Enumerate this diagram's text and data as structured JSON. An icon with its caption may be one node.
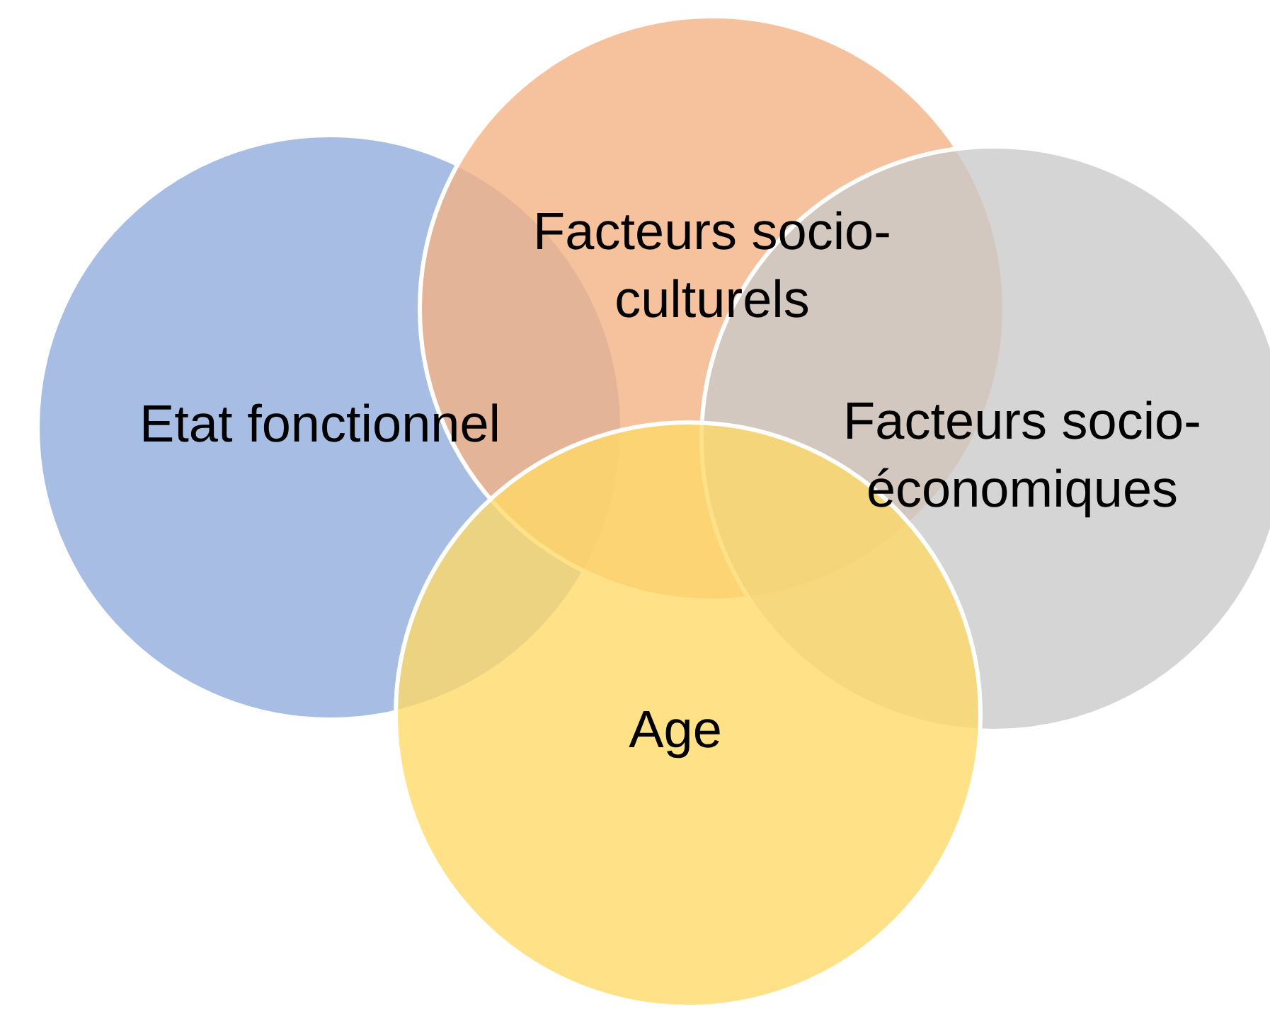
{
  "diagram": {
    "nodes": [
      {
        "text": [
          "Facteurs socio-culturels"
        ]
      },
      {
        "text": [
          "Etat fonctionnel"
        ]
      },
      {
        "text": [
          "Facteurs socio-économiques"
        ]
      },
      {
        "text": [
          "Age"
        ]
      }
    ]
  }
}
